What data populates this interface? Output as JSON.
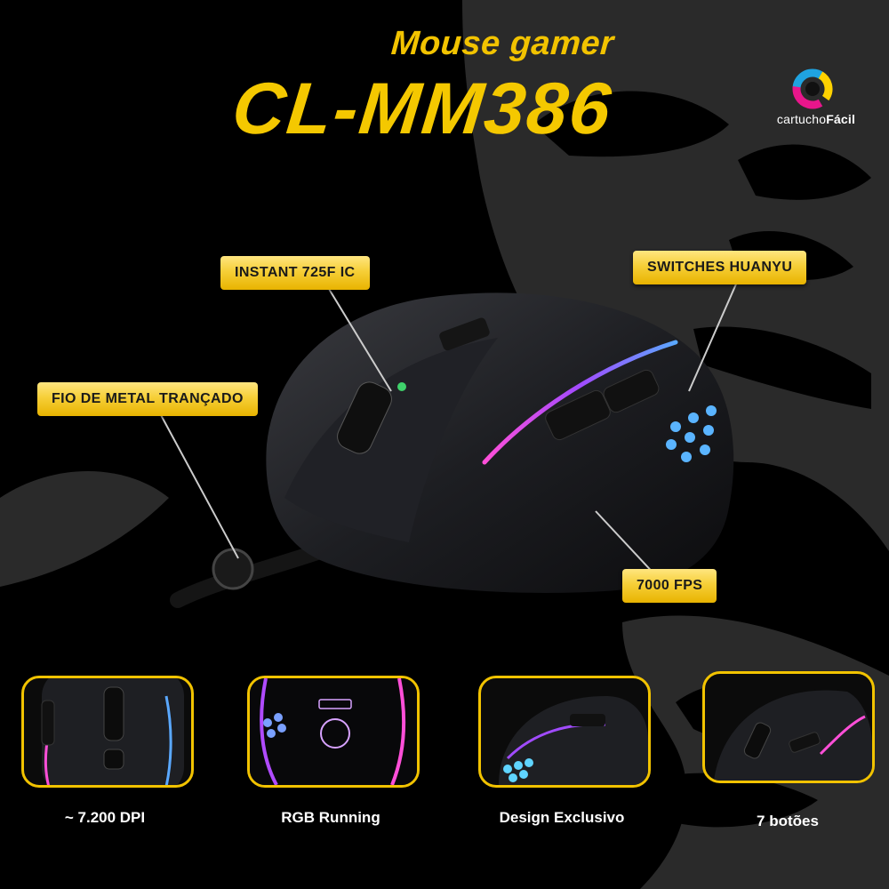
{
  "header": {
    "subtitle": "Mouse gamer",
    "title": "CL-MM386"
  },
  "brand": {
    "name_regular": "cartucho",
    "name_bold": "Fácil",
    "ring_colors": [
      "#e8168b",
      "#1fa3e0",
      "#ffd200"
    ]
  },
  "callouts": [
    {
      "text": "INSTANT 725F IC"
    },
    {
      "text": "SWITCHES HUANYU"
    },
    {
      "text": "FIO DE METAL TRANÇADO"
    },
    {
      "text": "7000 FPS"
    }
  ],
  "features": [
    {
      "caption": "~ 7.200 DPI"
    },
    {
      "caption": "RGB Running"
    },
    {
      "caption": "Design Exclusivo"
    },
    {
      "caption": "7 botões"
    }
  ],
  "colors": {
    "accent": "#f2c300",
    "background": "#000000",
    "rgb_purple": "#b04bff",
    "rgb_blue": "#5aa8ff"
  }
}
